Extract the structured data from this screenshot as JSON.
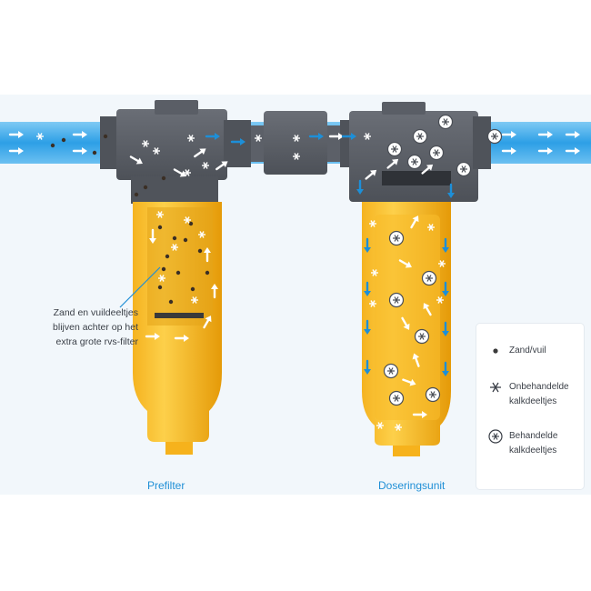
{
  "callout": {
    "line1": "Zand en vuildeeltjes",
    "line2": "blijven achter op het",
    "line3": "extra grote rvs-filter"
  },
  "captions": {
    "left": "Prefilter",
    "right": "Doseringsunit"
  },
  "legend": {
    "item1": "Zand/vuil",
    "item2_line1": "Onbehandelde",
    "item2_line2": "kalkdeeltjes",
    "item3_line1": "Behandelde",
    "item3_line2": "kalkdeeltjes"
  },
  "colors": {
    "water": "#38a9ec",
    "housing": "#5c6068",
    "filter_body": "#f2ab12",
    "accent_blue": "#1f8fd6"
  },
  "icons": [
    "dirt-dot-icon",
    "snowflake-icon",
    "circled-snowflake-icon",
    "flow-arrow-icon"
  ]
}
